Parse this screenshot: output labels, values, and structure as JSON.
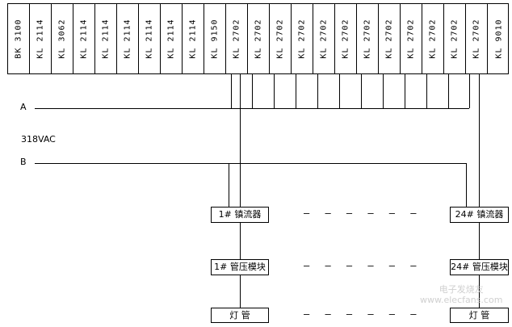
{
  "rack": {
    "modules": [
      {
        "label": "BK 3100"
      },
      {
        "label": "KL 2114"
      },
      {
        "label": "KL 3062"
      },
      {
        "label": "KL 2114"
      },
      {
        "label": "KL 2114"
      },
      {
        "label": "KL 2114"
      },
      {
        "label": "KL 2114"
      },
      {
        "label": "KL 2114"
      },
      {
        "label": "KL 2114"
      },
      {
        "label": "KL 9150"
      },
      {
        "label": "KL 2702"
      },
      {
        "label": "KL 2702"
      },
      {
        "label": "KL 2702"
      },
      {
        "label": "KL 2702"
      },
      {
        "label": "KL 2702"
      },
      {
        "label": "KL 2702"
      },
      {
        "label": "KL 2702"
      },
      {
        "label": "KL 2702"
      },
      {
        "label": "KL 2702"
      },
      {
        "label": "KL 2702"
      },
      {
        "label": "KL 2702"
      },
      {
        "label": "KL 2702"
      },
      {
        "label": "KL 9010"
      }
    ]
  },
  "bus": {
    "line_a": "A",
    "line_b": "B",
    "voltage": "318VAC"
  },
  "chain_left": {
    "ballast": "1# 镇流器",
    "tube_voltage_module": "1# 管压模块",
    "lamp": "灯 管"
  },
  "chain_right": {
    "ballast": "24# 镇流器",
    "tube_voltage_module": "24# 管压模块",
    "lamp": "灯 管"
  },
  "ellipsis": {
    "row1": "— — — — — —",
    "row2": "— — — — — —",
    "row3": "— — — — — —"
  },
  "watermark": {
    "line1": "电子发烧友",
    "line2": "www.elecfans.com"
  }
}
